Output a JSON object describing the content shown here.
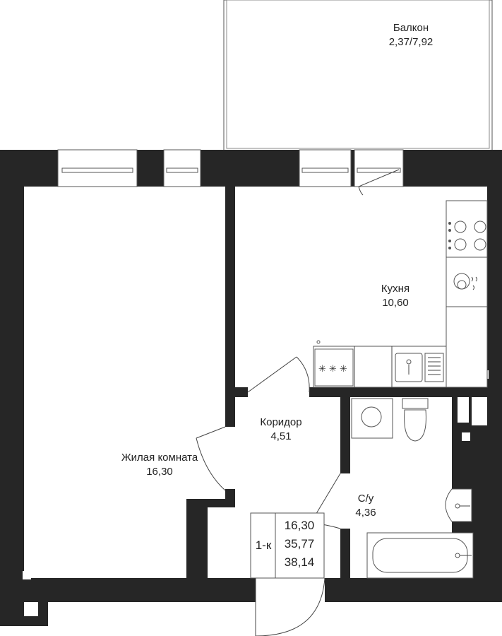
{
  "rooms": {
    "balcony": {
      "name": "Балкон",
      "area": "2,37/7,92"
    },
    "kitchen": {
      "name": "Кухня",
      "area": "10,60"
    },
    "corridor": {
      "name": "Коридор",
      "area": "4,51"
    },
    "living": {
      "name": "Жилая комната",
      "area": "16,30"
    },
    "bathroom": {
      "name": "С/у",
      "area": "4,36"
    }
  },
  "summary": {
    "type": "1-к",
    "living_area": "16,30",
    "total_area": "35,77",
    "total_with_balcony": "38,14"
  },
  "colors": {
    "wall": "#262626",
    "line": "#444444",
    "background": "#ffffff"
  }
}
